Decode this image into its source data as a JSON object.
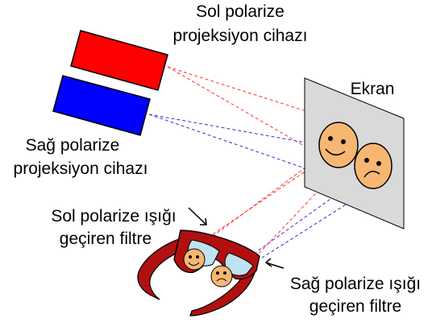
{
  "labels": {
    "left_projector_line1": "Sol polarize",
    "left_projector_line2": "projeksiyon cihazı",
    "right_projector_line1": "Sağ polarize",
    "right_projector_line2": "projeksiyon cihazı",
    "screen": "Ekran",
    "left_filter_line1": "Sol polarize ışığı",
    "left_filter_line2": "geçiren filtre",
    "right_filter_line1": "Sağ polarize ışığı",
    "right_filter_line2": "geçiren filtre"
  },
  "colors": {
    "left_projector": "#ff0000",
    "right_projector": "#0000ff",
    "left_beam": "#ff3333",
    "right_beam": "#3333cc",
    "screen": "#d9d9d9",
    "face": "#f7b772",
    "glasses_frame": "#b01010",
    "lens": "#bfe2f0"
  },
  "faces": {
    "left": "smiling",
    "right": "frowning"
  }
}
